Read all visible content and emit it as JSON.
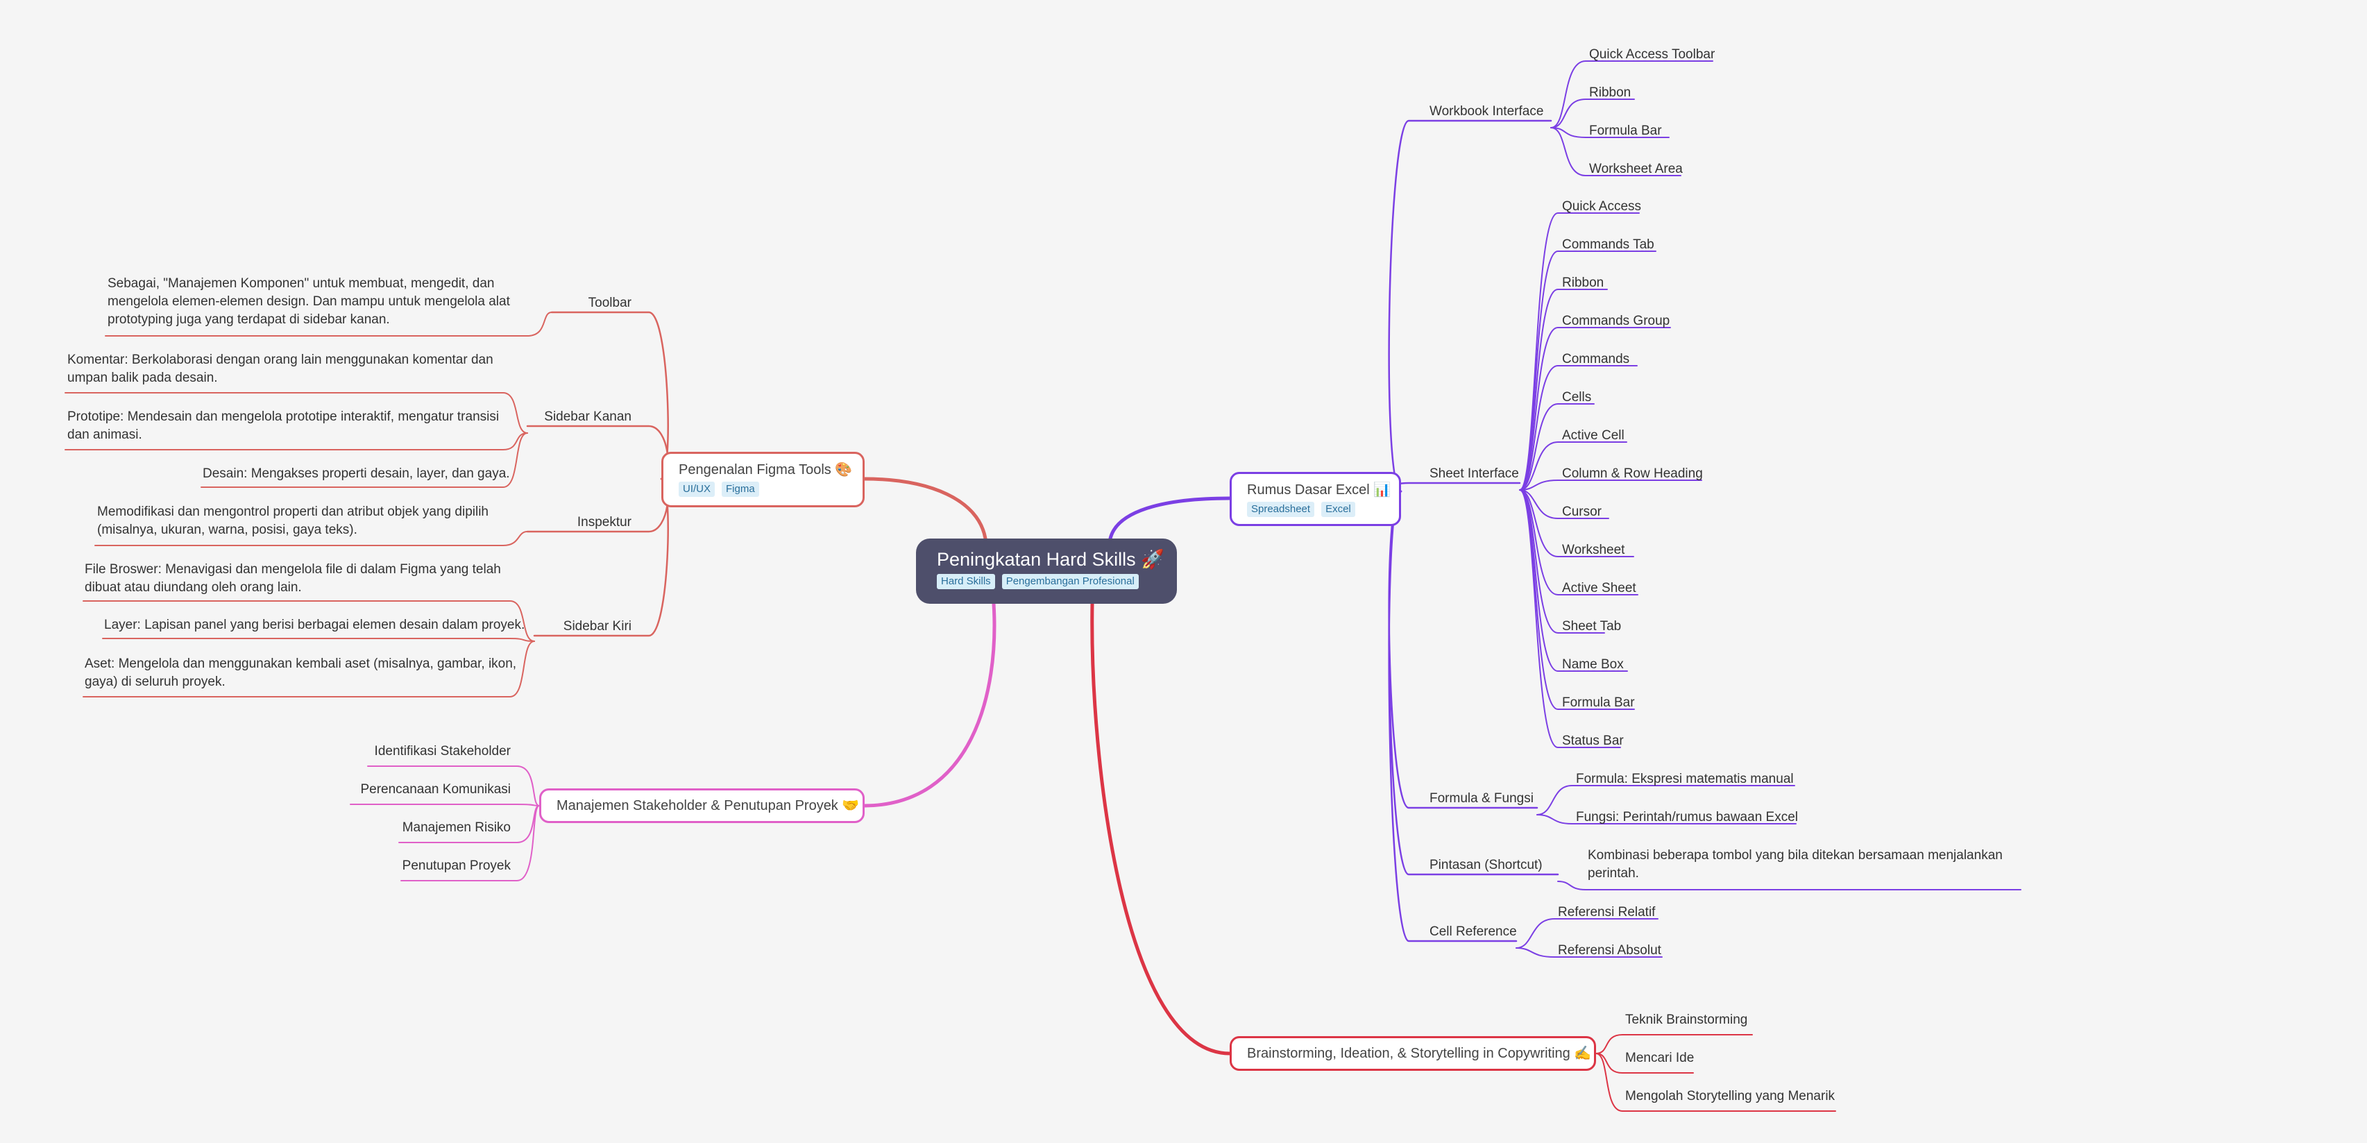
{
  "root": {
    "title": "Peningkatan Hard Skills 🚀",
    "tags": [
      "Hard Skills",
      "Pengembangan Profesional"
    ]
  },
  "colors": {
    "excel": "#7b3fe4",
    "figma": "#d9645f",
    "stakeholder": "#e060c8",
    "brainstorm": "#dc3545",
    "root_bg": "#4e4f6b"
  },
  "excel": {
    "title": "Rumus Dasar Excel 📊",
    "tags": [
      "Spreadsheet",
      "Excel"
    ],
    "workbook": {
      "label": "Workbook Interface",
      "items": [
        "Quick Access Toolbar",
        "Ribbon",
        "Formula Bar",
        "Worksheet Area"
      ]
    },
    "sheet": {
      "label": "Sheet Interface",
      "items": [
        "Quick Access",
        "Commands Tab",
        "Ribbon",
        "Commands Group",
        "Commands",
        "Cells",
        "Active Cell",
        "Column & Row Heading",
        "Cursor",
        "Worksheet",
        "Active Sheet",
        "Sheet Tab",
        "Name Box",
        "Formula Bar",
        "Status Bar"
      ]
    },
    "formula": {
      "label": "Formula & Fungsi",
      "items": [
        "Formula: Ekspresi matematis manual",
        "Fungsi: Perintah/rumus bawaan Excel"
      ]
    },
    "shortcut": {
      "label": "Pintasan (Shortcut)",
      "items": [
        "Kombinasi beberapa tombol yang bila ditekan bersamaan menjalankan perintah."
      ]
    },
    "cellref": {
      "label": "Cell Reference",
      "items": [
        "Referensi Relatif",
        "Referensi Absolut"
      ]
    }
  },
  "figma": {
    "title": "Pengenalan Figma Tools 🎨",
    "tags": [
      "UI/UX",
      "Figma"
    ],
    "toolbar": {
      "label": "Toolbar",
      "items": [
        "Sebagai, \"Manajemen Komponen\" untuk membuat, mengedit, dan mengelola elemen-elemen design. Dan mampu untuk mengelola alat prototyping juga yang terdapat di sidebar kanan."
      ]
    },
    "sidebar_kanan": {
      "label": "Sidebar Kanan",
      "items": [
        "Komentar: Berkolaborasi dengan orang lain menggunakan komentar dan umpan balik pada desain.",
        "Prototipe: Mendesain dan mengelola prototipe interaktif, mengatur transisi dan animasi.",
        "Desain: Mengakses properti desain, layer, dan gaya."
      ]
    },
    "inspektur": {
      "label": "Inspektur",
      "items": [
        "Memodifikasi dan mengontrol properti dan atribut objek yang dipilih (misalnya, ukuran, warna, posisi, gaya teks)."
      ]
    },
    "sidebar_kiri": {
      "label": "Sidebar Kiri",
      "items": [
        "File Broswer: Menavigasi dan mengelola file di dalam Figma yang telah dibuat atau diundang oleh orang lain.",
        "Layer: Lapisan panel yang berisi berbagai elemen desain dalam proyek.",
        "Aset: Mengelola dan menggunakan kembali aset (misalnya, gambar, ikon, gaya) di seluruh proyek."
      ]
    }
  },
  "stakeholder": {
    "title": "Manajemen Stakeholder & Penutupan Proyek 🤝",
    "items": [
      "Identifikasi Stakeholder",
      "Perencanaan Komunikasi",
      "Manajemen Risiko",
      "Penutupan Proyek"
    ]
  },
  "brainstorm": {
    "title": "Brainstorming, Ideation, & Storytelling in Copywriting ✍️",
    "items": [
      "Teknik Brainstorming",
      "Mencari Ide",
      "Mengolah Storytelling yang Menarik"
    ]
  }
}
